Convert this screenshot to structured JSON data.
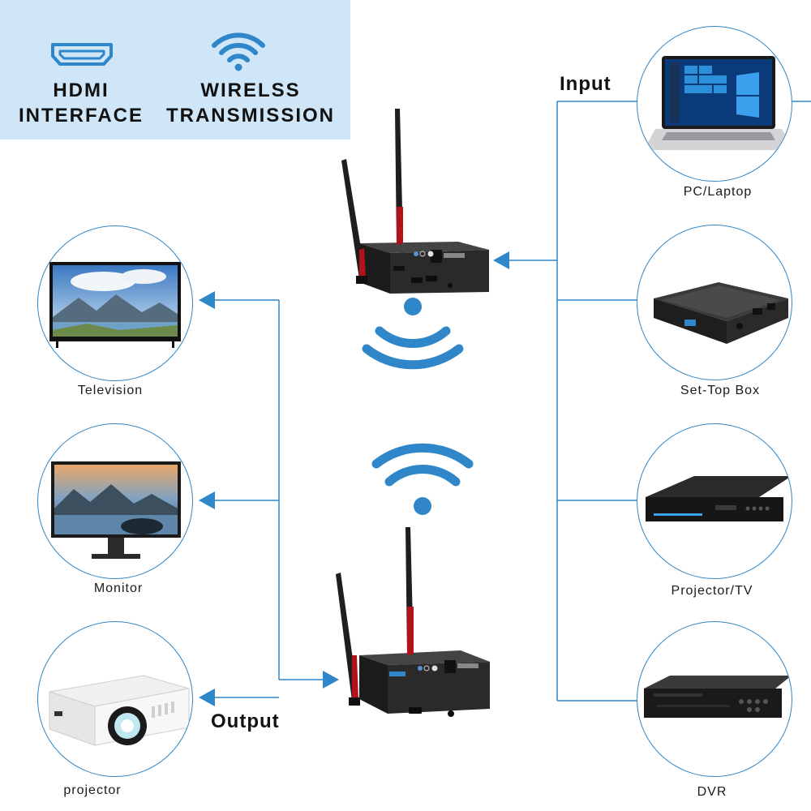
{
  "banner": {
    "hdmi": {
      "line1": "HDMI",
      "line2": "INTERFACE",
      "icon": "hdmi-port-icon"
    },
    "wireless": {
      "line1": "WIRELSS",
      "line2": "TRANSMISSION",
      "icon": "wifi-icon"
    }
  },
  "labels": {
    "input": "Input",
    "output": "Output"
  },
  "input_devices": [
    {
      "caption": "PC/Laptop",
      "icon": "laptop-icon"
    },
    {
      "caption": "Set-Top Box",
      "icon": "set-top-box-icon"
    },
    {
      "caption": "Projector/TV",
      "icon": "dvd-player-icon"
    },
    {
      "caption": "DVR",
      "icon": "dvr-icon"
    }
  ],
  "output_devices": [
    {
      "caption": "Television",
      "icon": "television-icon"
    },
    {
      "caption": "Monitor",
      "icon": "monitor-icon"
    },
    {
      "caption": "projector",
      "icon": "projector-icon"
    }
  ],
  "units": {
    "transmitter": {
      "icon": "wireless-transmitter-icon"
    },
    "receiver": {
      "icon": "wireless-receiver-icon"
    }
  },
  "colors": {
    "accent": "#2f86c8",
    "banner_bg": "#cfe6f8",
    "unit_body": "#2b2b2b",
    "antenna": "#1e1e1e",
    "antenna_accent": "#b3121a"
  }
}
